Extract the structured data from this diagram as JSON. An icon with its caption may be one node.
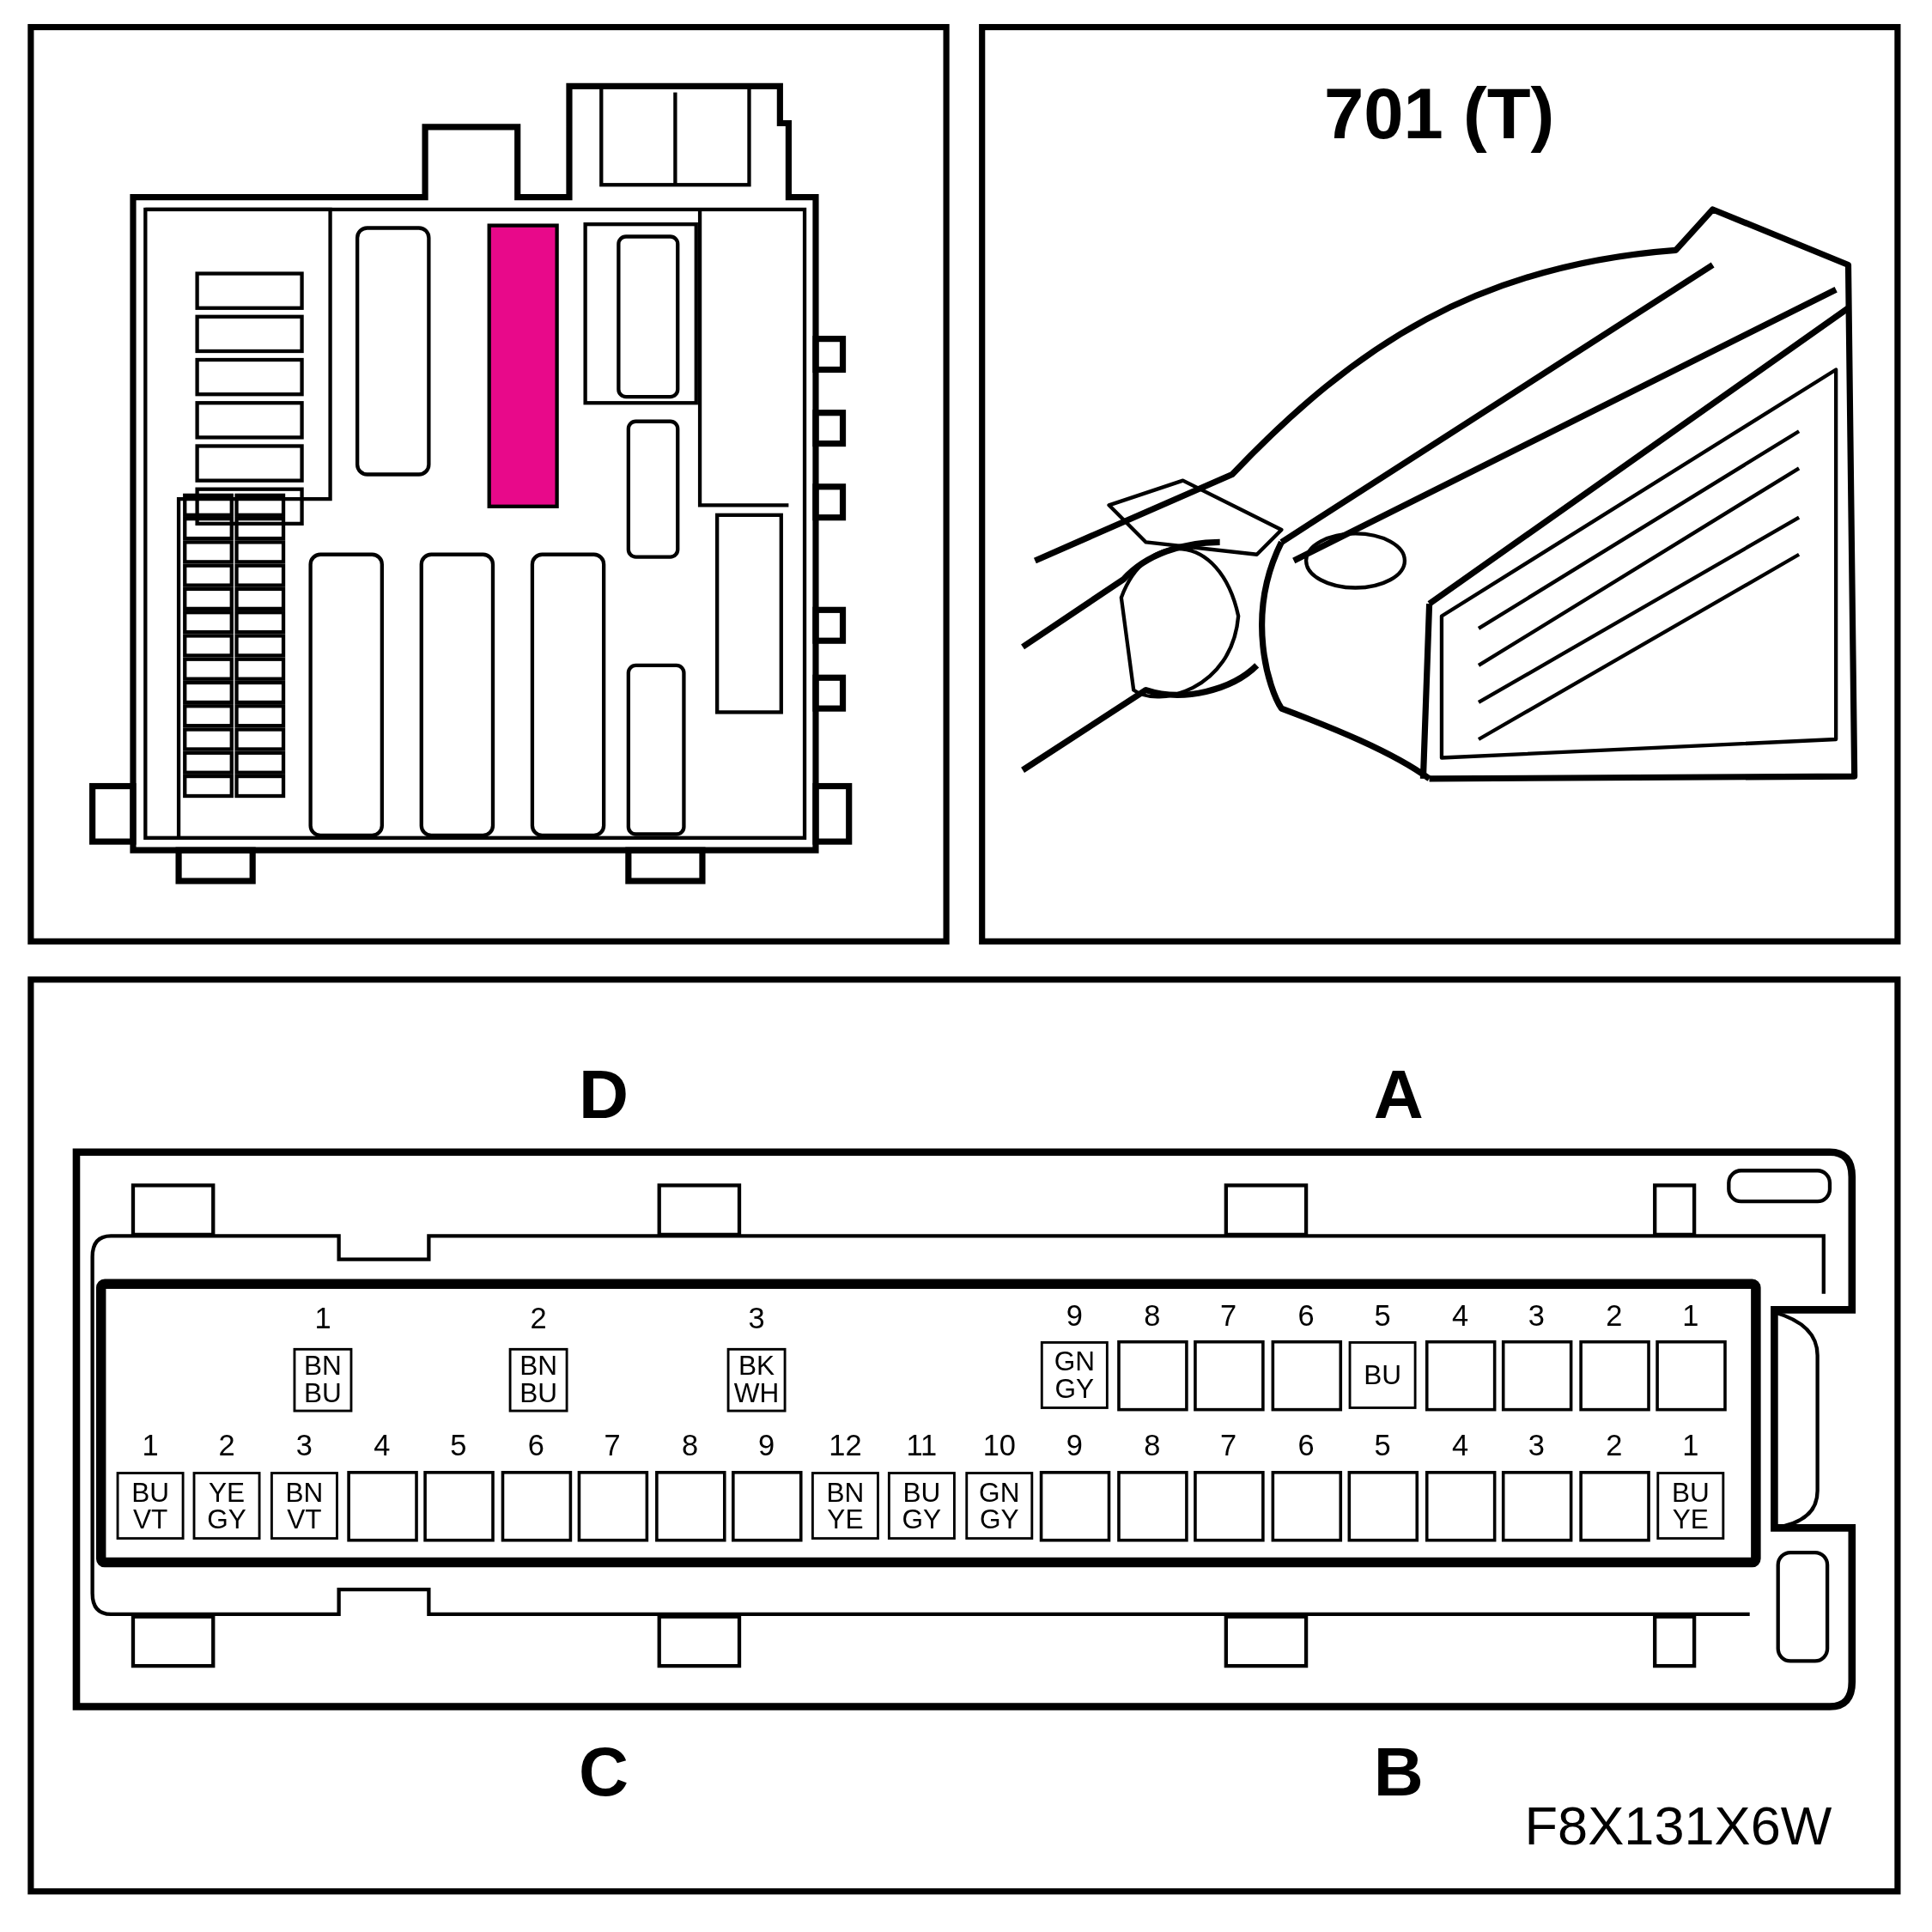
{
  "diagram": {
    "labels": [
      "701 (T)",
      "D",
      "A",
      "1",
      "2",
      "3",
      "9",
      "8",
      "7",
      "6",
      "5",
      "4",
      "3",
      "2",
      "1",
      "BN BU",
      "BN BU",
      "BK WH",
      "GN GY",
      "BU",
      "1",
      "2",
      "3",
      "4",
      "5",
      "6",
      "7",
      "8",
      "9",
      "12",
      "11",
      "10",
      "9",
      "8",
      "7",
      "6",
      "5",
      "4",
      "3",
      "2",
      "1",
      "BU VT",
      "YE GY",
      "BN VT",
      "BN YE",
      "BU GY",
      "GN GY",
      "BU YE",
      "C",
      "B",
      "F8X131X6W"
    ]
  }
}
